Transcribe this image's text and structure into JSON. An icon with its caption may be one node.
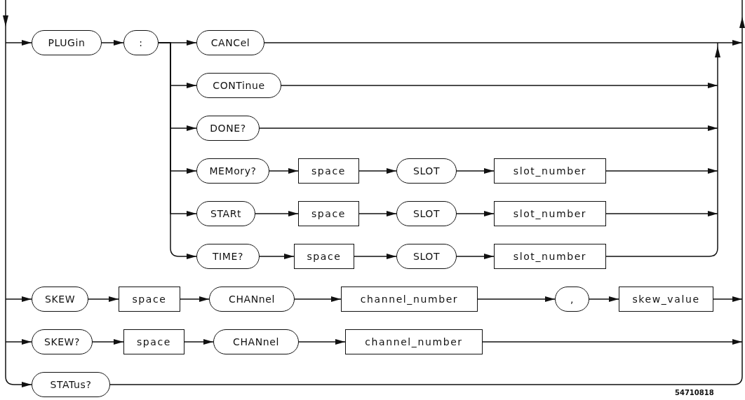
{
  "diagram": {
    "nodes": [
      {
        "text": [
          "PLUGin"
        ]
      },
      {
        "text": [
          ":"
        ]
      },
      {
        "text": [
          "CANCel"
        ]
      },
      {
        "text": [
          "CONTinue"
        ]
      },
      {
        "text": [
          "DONE?"
        ]
      },
      {
        "text": [
          "MEMory?"
        ]
      },
      {
        "text": [
          "space"
        ]
      },
      {
        "text": [
          "SLOT"
        ]
      },
      {
        "text": [
          "slot_number"
        ]
      },
      {
        "text": [
          "STARt"
        ]
      },
      {
        "text": [
          "space"
        ]
      },
      {
        "text": [
          "SLOT"
        ]
      },
      {
        "text": [
          "slot_number"
        ]
      },
      {
        "text": [
          "TIME?"
        ]
      },
      {
        "text": [
          "space"
        ]
      },
      {
        "text": [
          "SLOT"
        ]
      },
      {
        "text": [
          "slot_number"
        ]
      },
      {
        "text": [
          "SKEW"
        ]
      },
      {
        "text": [
          "space"
        ]
      },
      {
        "text": [
          "CHANnel"
        ]
      },
      {
        "text": [
          "channel_number"
        ]
      },
      {
        "text": [
          ","
        ]
      },
      {
        "text": [
          "skew_value"
        ]
      },
      {
        "text": [
          "SKEW?"
        ]
      },
      {
        "text": [
          "space"
        ]
      },
      {
        "text": [
          "CHANnel"
        ]
      },
      {
        "text": [
          "channel_number"
        ]
      },
      {
        "text": [
          "STATus?"
        ]
      }
    ],
    "edges": [
      {
        "from": null,
        "to": 0,
        "arrow": "to"
      },
      {
        "from": 0,
        "to": 1,
        "arrow": "to"
      },
      {
        "from": 1,
        "to": 2,
        "arrow": "to"
      },
      {
        "from": 2,
        "to": null,
        "arrow": "to"
      },
      {
        "from": 1,
        "to": 3,
        "arrow": "to"
      },
      {
        "from": 3,
        "to": null,
        "arrow": "to"
      },
      {
        "from": 1,
        "to": 4,
        "arrow": "to"
      },
      {
        "from": 4,
        "to": null,
        "arrow": "to"
      },
      {
        "from": 1,
        "to": 5,
        "arrow": "to"
      },
      {
        "from": 5,
        "to": 6,
        "arrow": "to"
      },
      {
        "from": 6,
        "to": 7,
        "arrow": "to"
      },
      {
        "from": 7,
        "to": 8,
        "arrow": "to"
      },
      {
        "from": 8,
        "to": null,
        "arrow": "to"
      },
      {
        "from": 1,
        "to": 9,
        "arrow": "to"
      },
      {
        "from": 9,
        "to": 10,
        "arrow": "to"
      },
      {
        "from": 10,
        "to": 11,
        "arrow": "to"
      },
      {
        "from": 11,
        "to": 12,
        "arrow": "to"
      },
      {
        "from": 12,
        "to": null,
        "arrow": "to"
      },
      {
        "from": 1,
        "to": 13,
        "arrow": "to"
      },
      {
        "from": 13,
        "to": 14,
        "arrow": "to"
      },
      {
        "from": 14,
        "to": 15,
        "arrow": "to"
      },
      {
        "from": 15,
        "to": 16,
        "arrow": "to"
      },
      {
        "from": 16,
        "to": null,
        "arrow": "none"
      },
      {
        "from": null,
        "to": 17,
        "arrow": "to"
      },
      {
        "from": 17,
        "to": 18,
        "arrow": "to"
      },
      {
        "from": 18,
        "to": 19,
        "arrow": "to"
      },
      {
        "from": 19,
        "to": 20,
        "arrow": "to"
      },
      {
        "from": 20,
        "to": 21,
        "arrow": "to"
      },
      {
        "from": 21,
        "to": 22,
        "arrow": "to"
      },
      {
        "from": 22,
        "to": null,
        "arrow": "to"
      },
      {
        "from": null,
        "to": 23,
        "arrow": "to"
      },
      {
        "from": 23,
        "to": 24,
        "arrow": "to"
      },
      {
        "from": 24,
        "to": 25,
        "arrow": "to"
      },
      {
        "from": 25,
        "to": 26,
        "arrow": "to"
      },
      {
        "from": 26,
        "to": null,
        "arrow": "to"
      },
      {
        "from": null,
        "to": 27,
        "arrow": "to"
      },
      {
        "from": 27,
        "to": null,
        "arrow": "none"
      }
    ],
    "labels": [
      "54710818"
    ]
  }
}
